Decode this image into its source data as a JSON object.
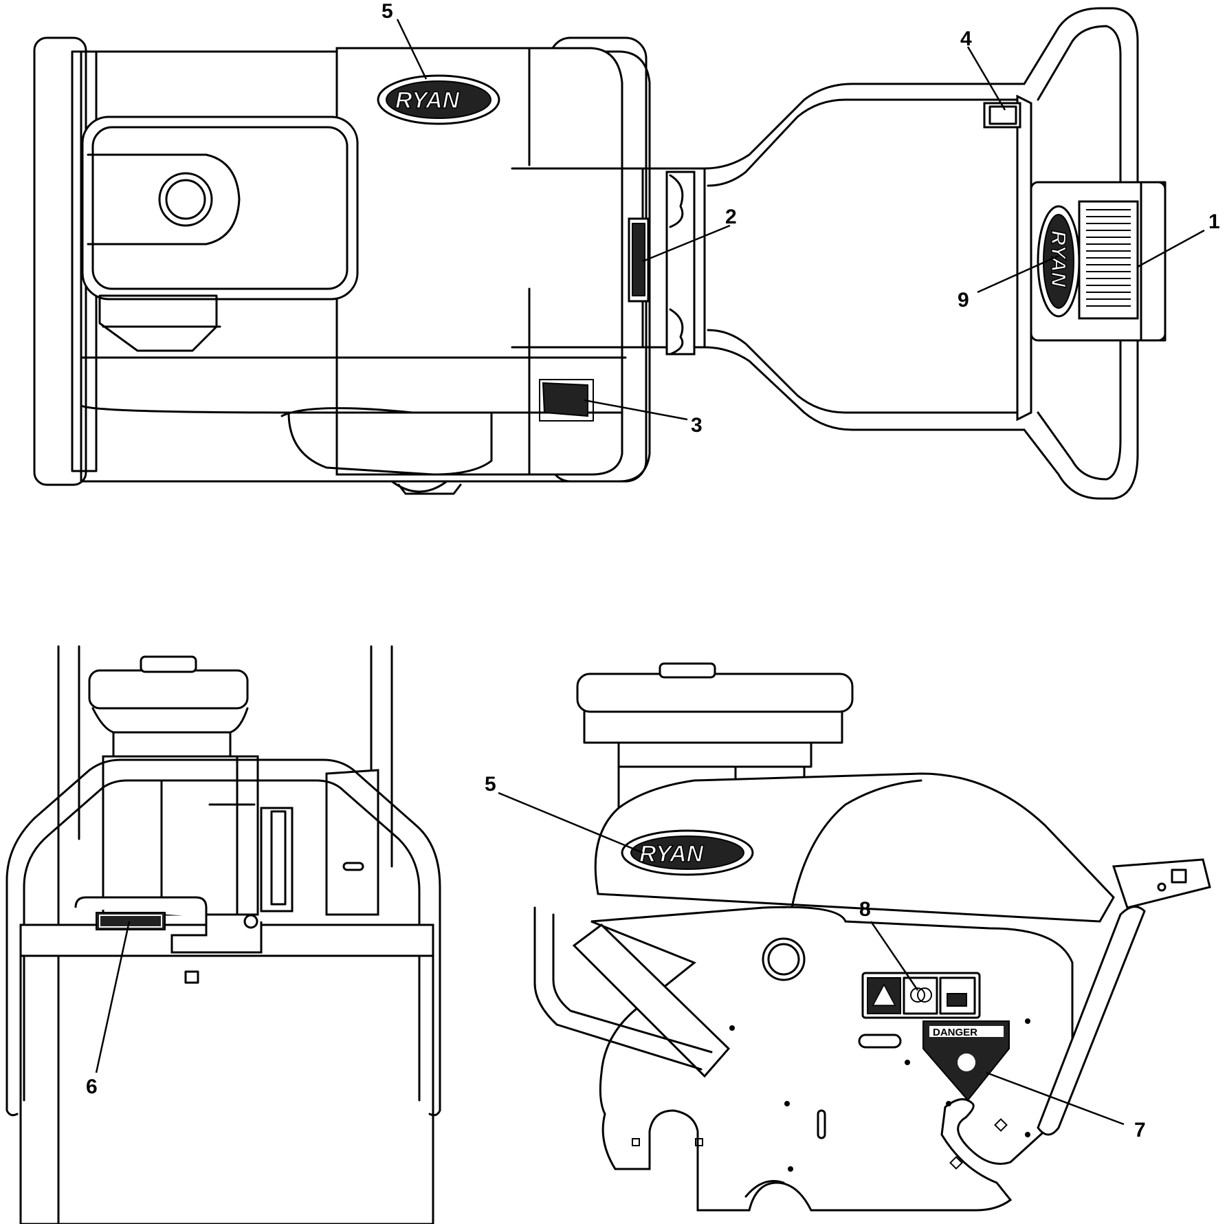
{
  "callouts": {
    "c1": "1",
    "c2": "2",
    "c3": "3",
    "c4": "4",
    "c5_top": "5",
    "c5_side": "5",
    "c6": "6",
    "c7": "7",
    "c8": "8",
    "c9": "9"
  },
  "logos": {
    "brand": "RYAN"
  },
  "decals": {
    "danger": "DANGER"
  }
}
